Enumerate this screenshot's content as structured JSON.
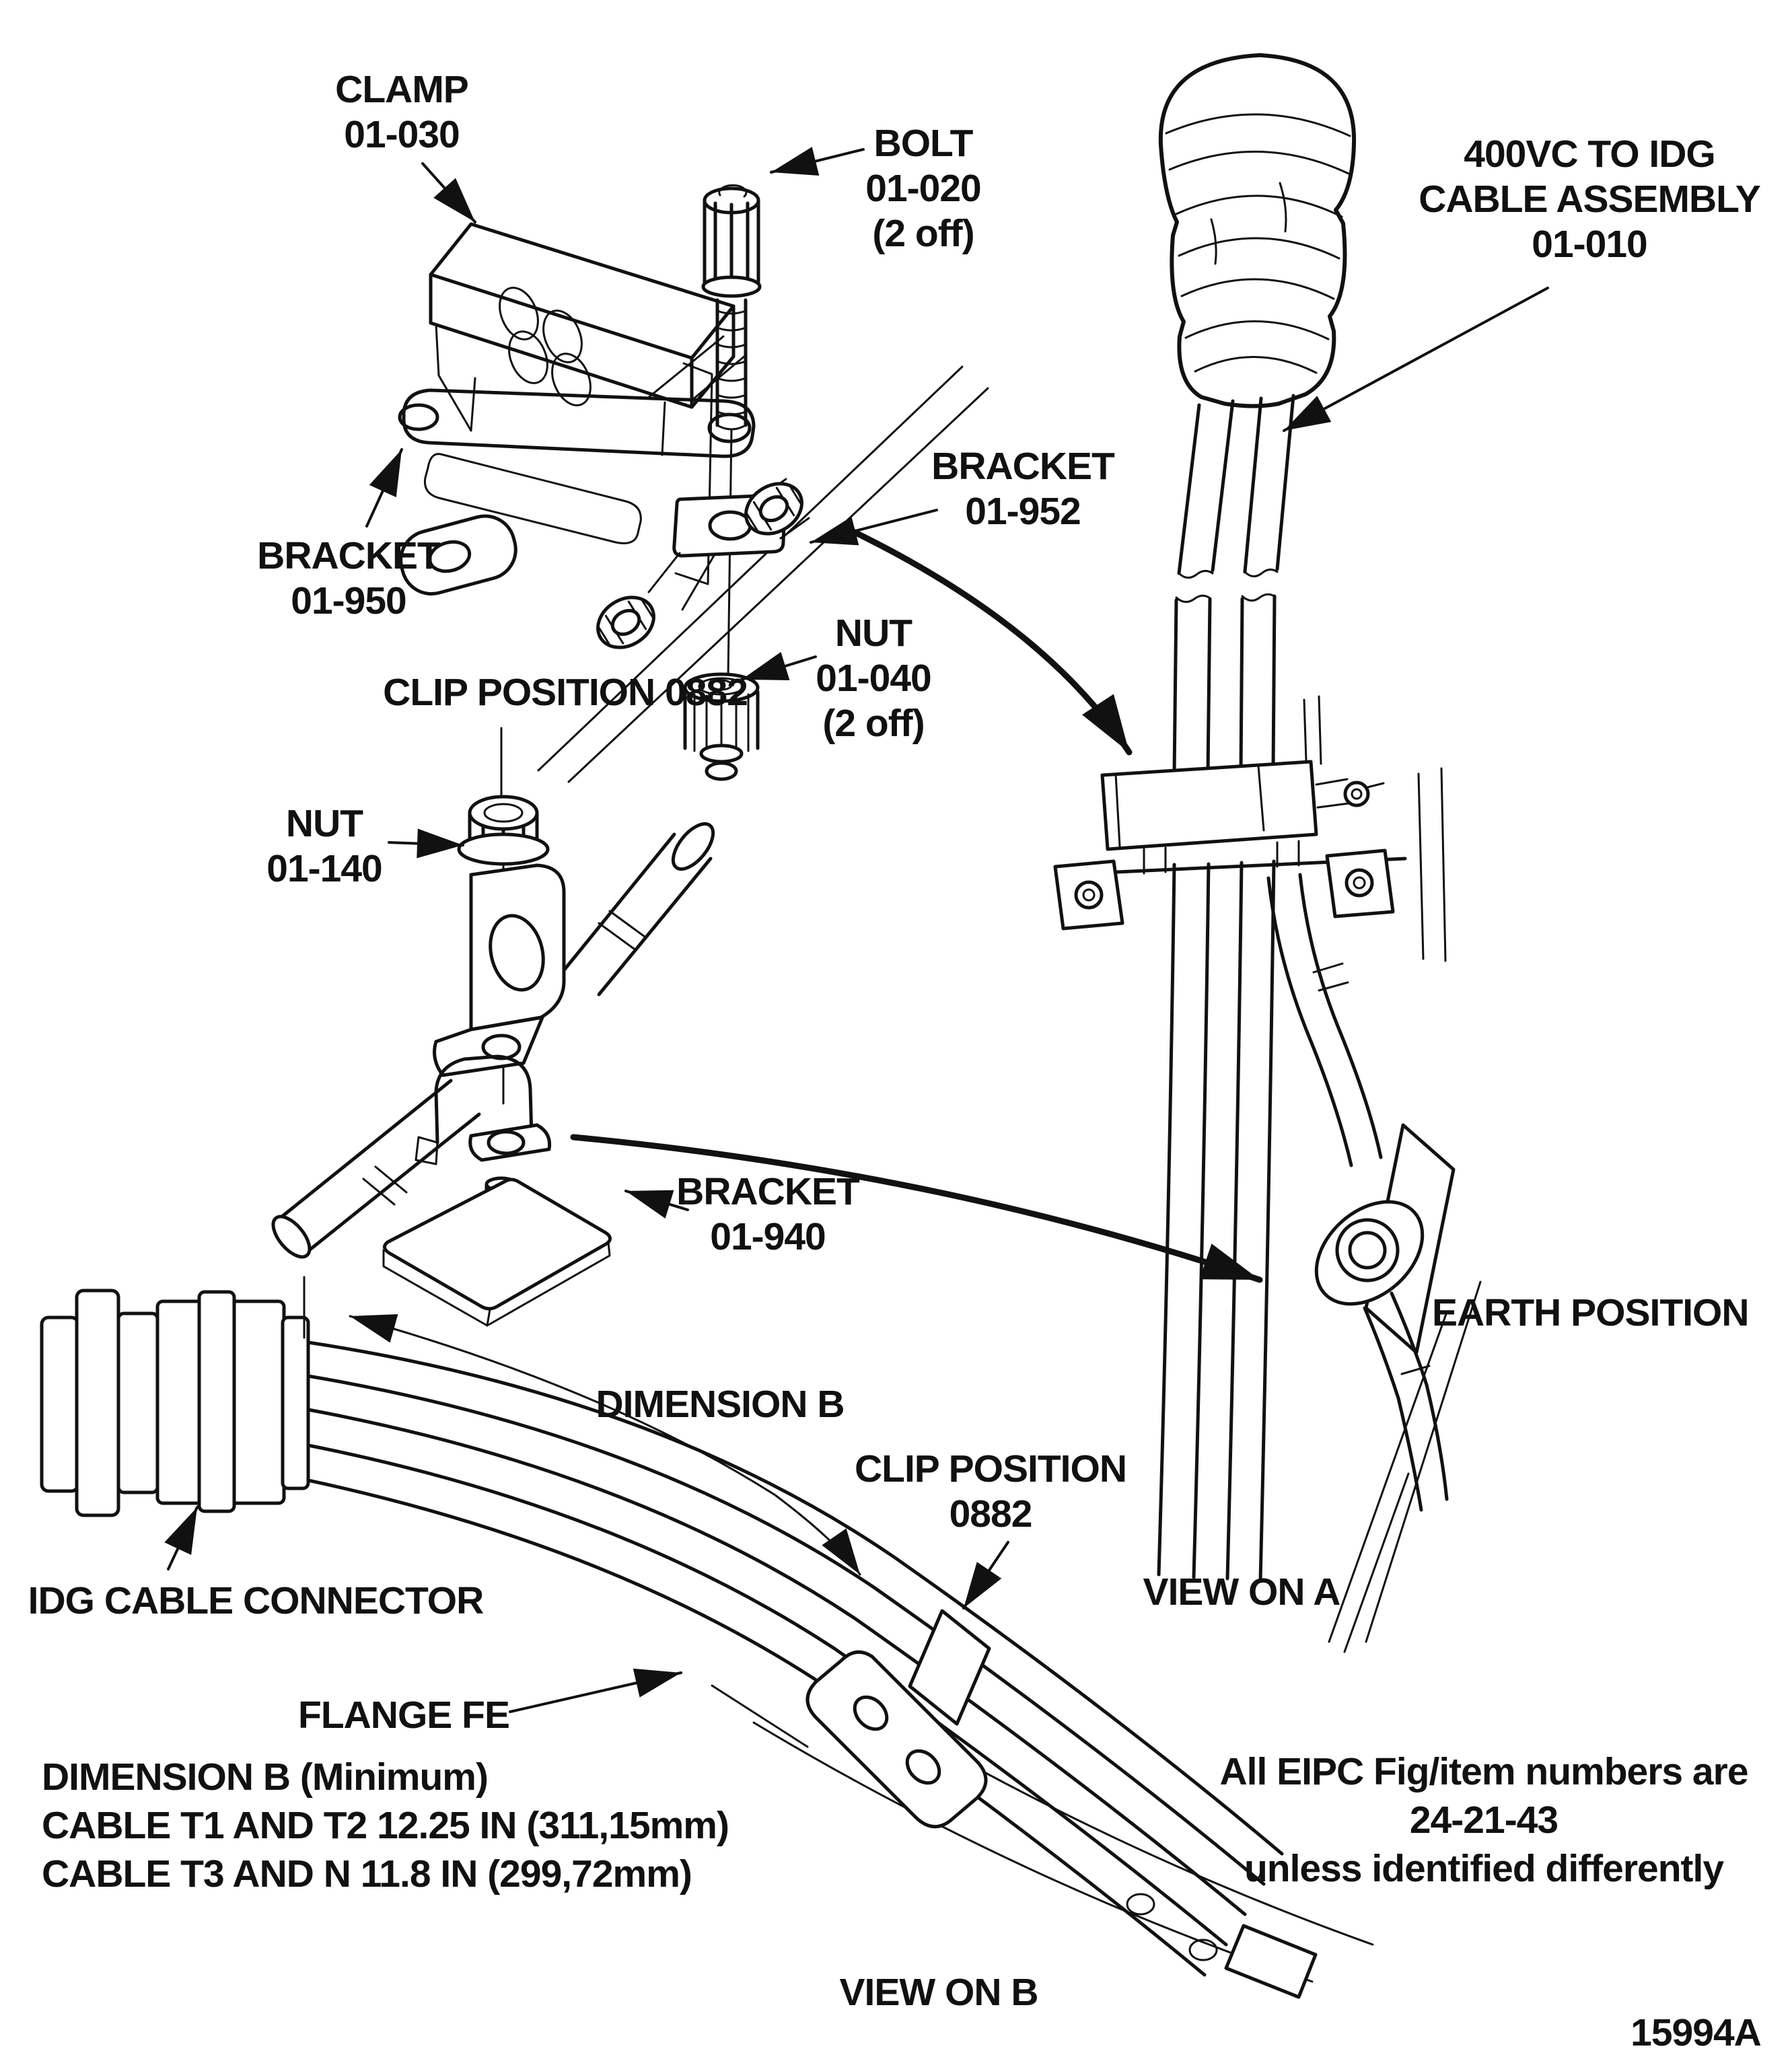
{
  "figure": {
    "id": "15994A",
    "eipc_note": [
      "All EIPC Fig/item numbers are",
      "24-21-43",
      "unless identified differently"
    ],
    "dimension_note": [
      "DIMENSION B (Minimum)",
      "CABLE T1 AND T2 12.25 IN (311,15mm)",
      "CABLE T3 AND N 11.8 IN (299,72mm)"
    ],
    "view_a": "VIEW ON A",
    "view_b": "VIEW ON B"
  },
  "callouts": {
    "clamp": [
      "CLAMP",
      "01-030"
    ],
    "bolt": [
      "BOLT",
      "01-020",
      "(2 off)"
    ],
    "cable_assembly": [
      "400VC TO IDG",
      "CABLE ASSEMBLY",
      "01-010"
    ],
    "bracket_952": [
      "BRACKET",
      "01-952"
    ],
    "bracket_950": [
      "BRACKET",
      "01-950"
    ],
    "nut_040": [
      "NUT",
      "01-040",
      "(2 off)"
    ],
    "clip_position_top": "CLIP POSITION 0882",
    "nut_140": [
      "NUT",
      "01-140"
    ],
    "bracket_940": [
      "BRACKET",
      "01-940"
    ],
    "earth_position": "EARTH POSITION",
    "idg_cable_connector": "IDG CABLE CONNECTOR",
    "dimension_b": "DIMENSION B",
    "clip_position_bottom": [
      "CLIP POSITION",
      "0882"
    ],
    "flange_fe": "FLANGE FE"
  },
  "colors": {
    "ink": "#111111",
    "paper": "#ffffff"
  }
}
